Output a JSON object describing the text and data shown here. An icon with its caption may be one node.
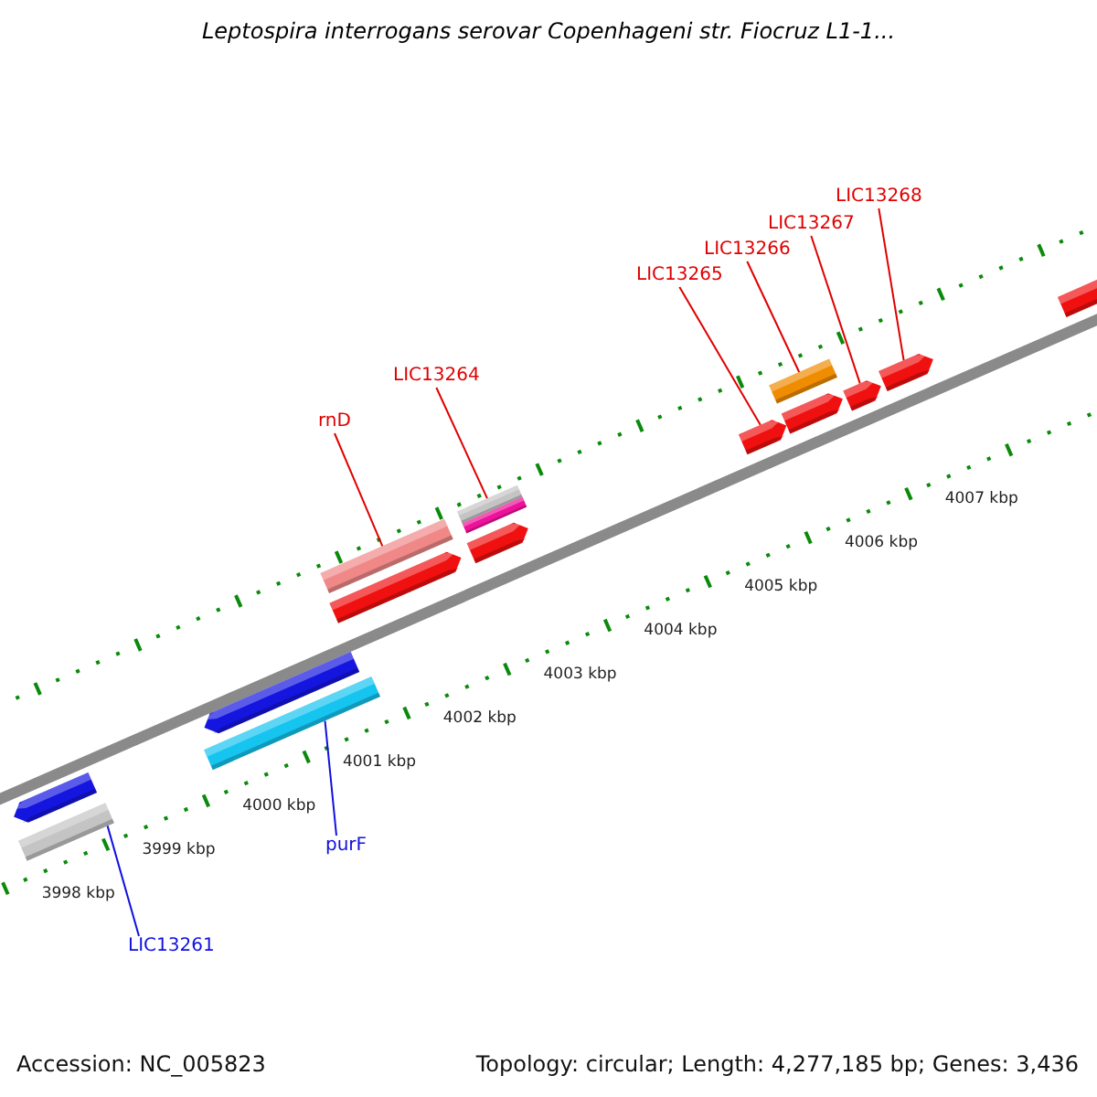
{
  "diagram": {
    "title": "Leptospira interrogans serovar Copenhageni str. Fiocruz L1-1...",
    "nodes": [
      {
        "text": [
          "LIC13268"
        ]
      },
      {
        "text": [
          "LIC13267"
        ]
      },
      {
        "text": [
          "LIC13266"
        ]
      },
      {
        "text": [
          "LIC13265"
        ]
      },
      {
        "text": [
          "LIC13264"
        ]
      },
      {
        "text": [
          "rnD"
        ]
      },
      {
        "text": [
          "purF"
        ]
      },
      {
        "text": [
          "LIC13261"
        ]
      },
      {
        "text": [],
        "shape": "arrow"
      },
      {
        "text": [],
        "shape": "bar"
      },
      {
        "text": [],
        "shape": "arrow"
      },
      {
        "text": [],
        "shape": "bar"
      },
      {
        "text": [],
        "shape": "bar"
      },
      {
        "text": [],
        "shape": "arrow"
      },
      {
        "text": [],
        "shape": "bar"
      },
      {
        "text": [],
        "shape": "bar"
      },
      {
        "text": [],
        "shape": "arrow"
      },
      {
        "text": [],
        "shape": "arrow"
      },
      {
        "text": [],
        "shape": "bar"
      },
      {
        "text": [],
        "shape": "arrow"
      },
      {
        "text": [],
        "shape": "arrow"
      },
      {
        "text": [],
        "shape": "arrow"
      },
      {
        "text": [],
        "shape": "arrow"
      }
    ],
    "edges": [
      {
        "from": 7,
        "to": 9,
        "arrow": "none",
        "color": "#1010e0"
      },
      {
        "from": 6,
        "to": 11,
        "arrow": "none",
        "color": "#1010e0"
      },
      {
        "from": 5,
        "to": 12,
        "arrow": "none"
      },
      {
        "from": 4,
        "to": 14,
        "arrow": "none"
      },
      {
        "from": 3,
        "to": 17,
        "arrow": "none"
      },
      {
        "from": 2,
        "to": 18,
        "arrow": "none"
      },
      {
        "from": 1,
        "to": 20,
        "arrow": "none"
      },
      {
        "from": 0,
        "to": 21,
        "arrow": "none"
      }
    ],
    "labels": [
      "3998 kbp",
      "3999 kbp",
      "4000 kbp",
      "4001 kbp",
      "4002 kbp",
      "4003 kbp",
      "4004 kbp",
      "4005 kbp",
      "4006 kbp",
      "4007 kbp",
      "Accession: NC_005823",
      "Topology: circular; Length: 4,277,185 bp; Genes: 3,436"
    ]
  }
}
